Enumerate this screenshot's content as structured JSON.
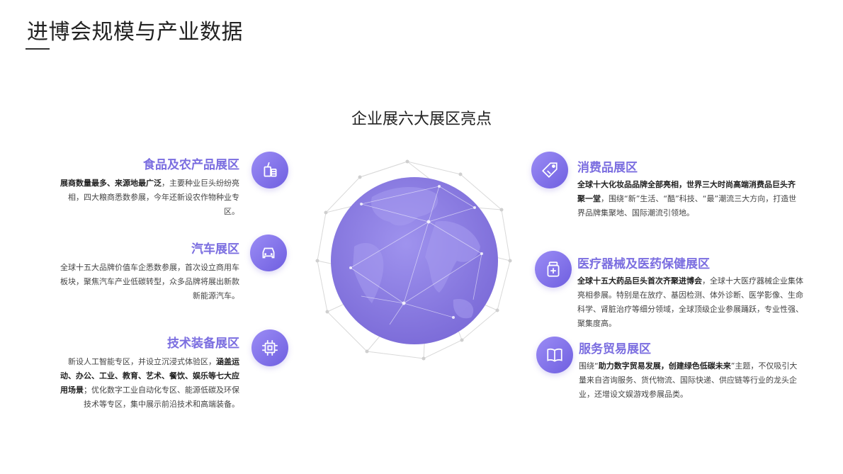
{
  "page": {
    "title": "进博会规模与产业数据"
  },
  "section": {
    "title": "企业展六大展区亮点"
  },
  "zones": {
    "food": {
      "title": "食品及农产品展区",
      "desc_bold": "展商数量最多、来源地最广泛",
      "desc_rest": "，主要种业巨头纷纷亮相，四大粮商悉数参展，今年还新设农作物种业专区。",
      "icon": "food-drink-icon"
    },
    "auto": {
      "title": "汽车展区",
      "desc": "全球十五大品牌价值车企悉数参展，首次设立商用车板块，聚焦汽车产业低碳转型，众多品牌将展出新款新能源汽车。",
      "icon": "car-icon"
    },
    "tech": {
      "title": "技术装备展区",
      "desc_a": "新设人工智能专区，并设立沉浸式体验区，",
      "desc_bold": "涵盖运动、办公、工业、教育、艺术、餐饮、娱乐等七大应用场景",
      "desc_b": "；优化数字工业自动化专区、能源低碳及环保技术等专区，集中展示前沿技术和高端装备。",
      "icon": "chip-icon"
    },
    "consumer": {
      "title": "消费品展区",
      "desc_bold": "全球十大化妆品品牌全部亮相，世界三大时尚高端消费品巨头齐聚一堂",
      "desc_rest": "，围绕“新”生活、“酷”科技、“最”潮流三大方向，打造世界品牌集聚地、国际潮流引领地。",
      "icon": "tag-icon"
    },
    "medical": {
      "title": "医疗器械及医药保健展区",
      "desc_bold": "全球十五大药品巨头首次齐聚进博会",
      "desc_rest": "，全球十大医疗器械企业集体亮相参展。特别是在放疗、基因检测、体外诊断、医学影像、生命科学、肾脏治疗等细分领域，全球顶级企业参展踊跃，专业性强、聚集度高。",
      "icon": "medicine-icon"
    },
    "service": {
      "title": "服务贸易展区",
      "desc_a": "围绕“",
      "desc_bold": "助力数字贸易发展，创建绿色低碳未来",
      "desc_b": "”主题，不仅吸引大量来自咨询服务、货代物流、国际快递、供应链等行业的龙头企业，还增设文娱游戏参展品类。",
      "icon": "book-icon"
    }
  },
  "colors": {
    "accent": "#7b6ee0",
    "globe": "#8a7be0"
  }
}
